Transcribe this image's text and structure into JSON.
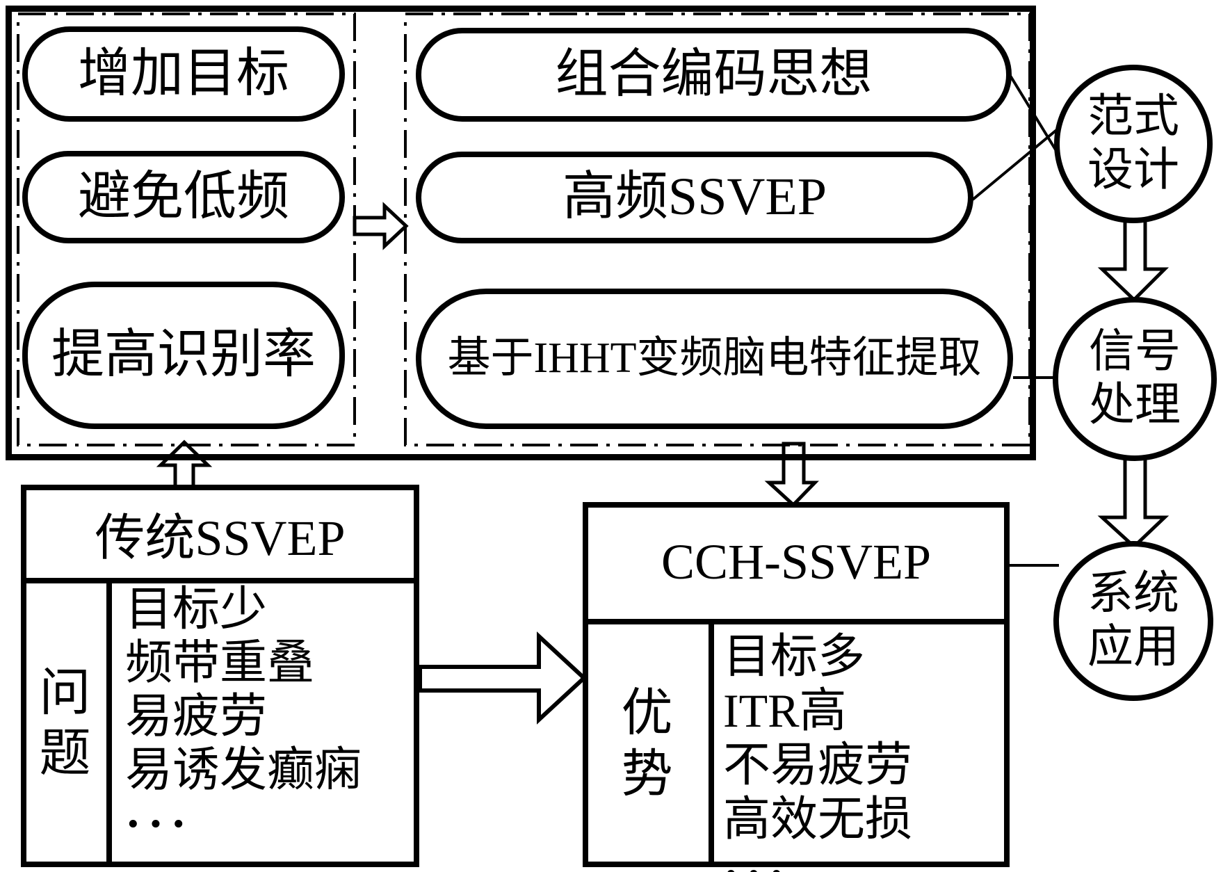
{
  "diagram": {
    "top_panel": {
      "left_goals": [
        "增加目标",
        "避免低频",
        "提高识别率"
      ],
      "right_methods": [
        "组合编码思想",
        "高频SSVEP",
        "基于IHHT变频脑电特征提取"
      ]
    },
    "stage_circles": [
      "范式设计",
      "信号处理",
      "系统应用"
    ],
    "traditional": {
      "title": "传统SSVEP",
      "row_label": "问题",
      "items": [
        "目标少",
        "频带重叠",
        "易疲劳",
        "易诱发癫痫",
        "···"
      ]
    },
    "cch": {
      "title": "CCH-SSVEP",
      "row_label": "优势",
      "items": [
        "目标多",
        "ITR高",
        "不易疲劳",
        "高效无损",
        "···"
      ]
    },
    "colors": {
      "ink": "#000000",
      "background": "#ffffff"
    }
  }
}
